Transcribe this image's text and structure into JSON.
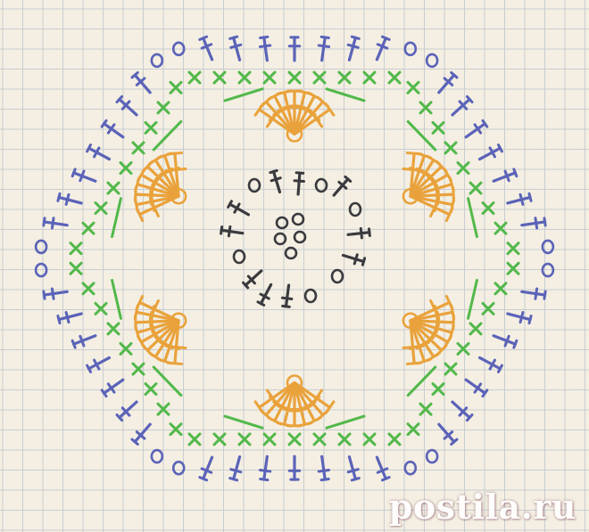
{
  "diagram": {
    "kind": "crochet hexagon motif chart on graph paper",
    "watermark": "postila.ru",
    "colors": {
      "paper": "#f4efe2",
      "grid": "#c8ccd2",
      "center_ink": "#3a3a3e",
      "petals": "#e9a23b",
      "single_crochet": "#52b84a",
      "outer_round": "#5b63b8"
    },
    "rounds": [
      {
        "name": "center-ring",
        "color_key": "center_ink",
        "symbols": [
          "chain-oval",
          "double-crochet-cross"
        ]
      },
      {
        "name": "petal-round",
        "color_key": "petals",
        "symbols": [
          "double-crochet-fan",
          "chain-oval"
        ]
      },
      {
        "name": "single-crochet-round",
        "color_key": "single_crochet",
        "symbols": [
          "single-crochet-x"
        ]
      },
      {
        "name": "outer-round",
        "color_key": "outer_round",
        "symbols": [
          "double-crochet-cross",
          "chain-oval"
        ]
      }
    ]
  }
}
